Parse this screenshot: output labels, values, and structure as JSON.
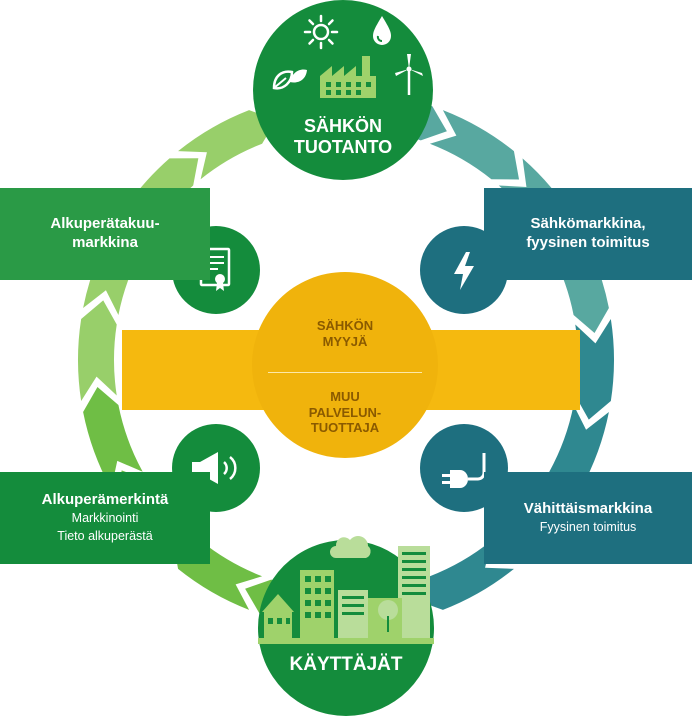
{
  "colors": {
    "dark_green": "#148c3c",
    "mid_green": "#2a9a46",
    "light_green": "#6fbe45",
    "teal": "#1e6f7f",
    "teal_light": "#58a8a0",
    "yellow": "#f5b90f",
    "yellow_dark": "#e8a800",
    "pale_green": "#b9dd9a"
  },
  "nodes": {
    "production": {
      "line1": "SÄHKÖN",
      "line2": "TUOTANTO"
    },
    "users": {
      "label": "KÄYTTÄJÄT"
    },
    "seller": {
      "line1": "SÄHKÖN",
      "line2": "MYYJÄ"
    },
    "other_provider": {
      "line1": "MUU",
      "line2": "PALVELUN-",
      "line3": "TUOTTAJA"
    }
  },
  "boxes": {
    "guarantee_market": {
      "line1": "Alkuperätakuu-",
      "line2": "markkina"
    },
    "electricity_market": {
      "line1": "Sähkömarkkina,",
      "line2": "fyysinen toimitus"
    },
    "disclosure": {
      "title": "Alkuperämerkintä",
      "sub1": "Markkinointi",
      "sub2": "Tieto alkuperästä"
    },
    "retail_market": {
      "title": "Vähittäismarkkina",
      "sub1": "Fyysinen toimitus"
    }
  },
  "icons": {
    "sun": "sun-icon",
    "drop": "water-drop-icon",
    "leaves": "biomass-leaf-icon",
    "factory": "factory-icon",
    "wind": "wind-turbine-icon",
    "certificate": "certificate-icon",
    "lightning": "lightning-icon",
    "megaphone": "megaphone-icon",
    "plug": "plug-icon",
    "city": "city-buildings-icon"
  }
}
